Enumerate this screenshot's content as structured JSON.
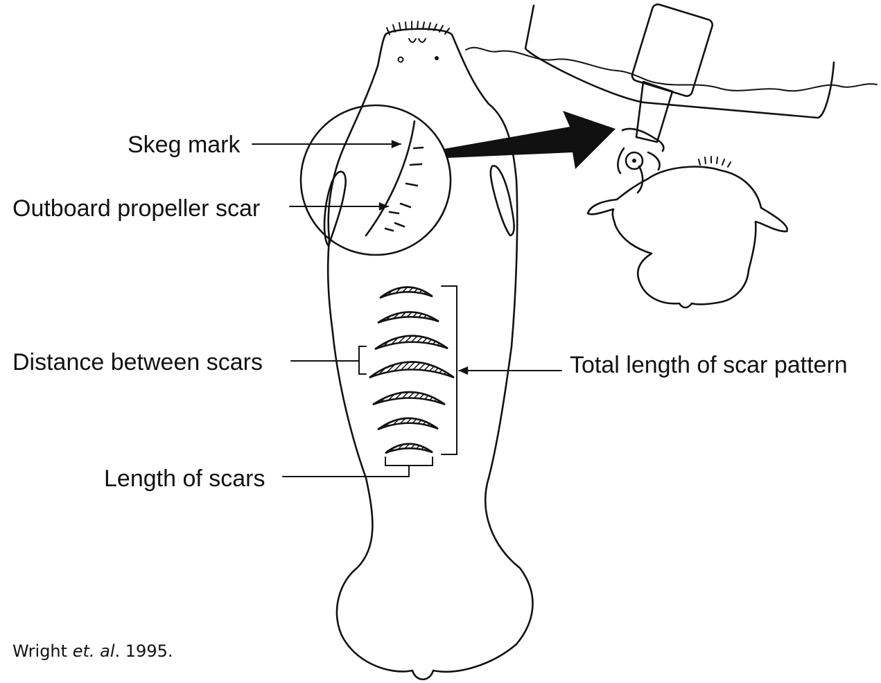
{
  "labels": {
    "skeg_mark": "Skeg mark",
    "propeller_scar": "Outboard propeller scar",
    "distance_between_scars": "Distance between scars",
    "total_length": "Total length of scar pattern",
    "length_of_scars": "Length of scars"
  },
  "citation": {
    "author": "Wright",
    "etal": "et. al",
    "year": "1995."
  }
}
